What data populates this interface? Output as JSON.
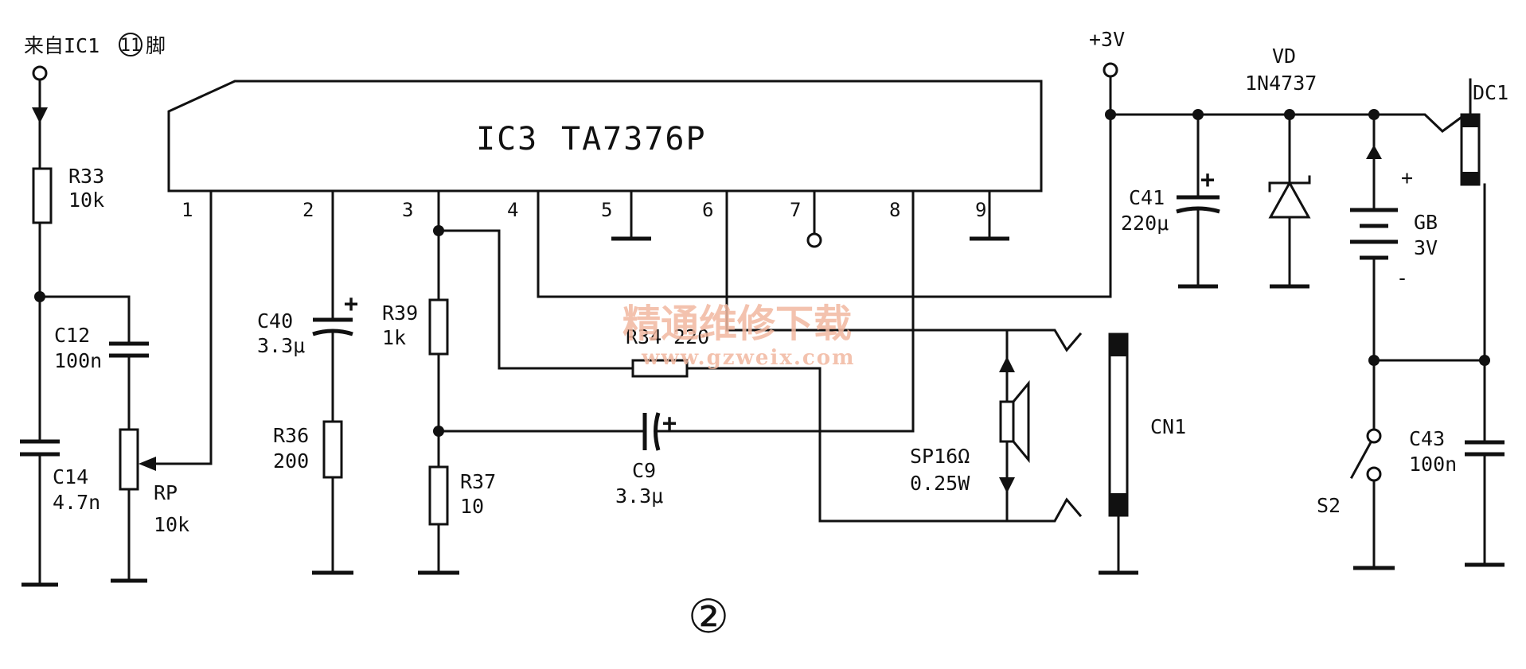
{
  "input_label": "来自IC1",
  "input_pin": "11",
  "input_suffix": "脚",
  "ic": {
    "ref": "IC3",
    "part": "TA7376P",
    "pins": [
      "1",
      "2",
      "3",
      "4",
      "5",
      "6",
      "7",
      "8",
      "9"
    ]
  },
  "supply": "+3V",
  "components": {
    "r33": {
      "ref": "R33",
      "value": "10k"
    },
    "c12": {
      "ref": "C12",
      "value": "100n"
    },
    "c14": {
      "ref": "C14",
      "value": "4.7n"
    },
    "rp": {
      "ref": "RP",
      "value": "10k"
    },
    "c40": {
      "ref": "C40",
      "value": "3.3μ"
    },
    "r36": {
      "ref": "R36",
      "value": "200"
    },
    "r39": {
      "ref": "R39",
      "value": "1k"
    },
    "r37": {
      "ref": "R37",
      "value": "10"
    },
    "r34": {
      "ref": "R34",
      "value": "220"
    },
    "c9": {
      "ref": "C9",
      "value": "3.3μ"
    },
    "sp": {
      "ref": "SP16Ω",
      "value": "0.25W"
    },
    "cn1": {
      "ref": "CN1"
    },
    "c41": {
      "ref": "C41",
      "value": "220μ"
    },
    "vd": {
      "ref": "VD",
      "value": "1N4737"
    },
    "gb": {
      "ref": "GB",
      "value": "3V",
      "plus": "+",
      "minus": "-"
    },
    "dc1": {
      "ref": "DC1"
    },
    "c43": {
      "ref": "C43",
      "value": "100n"
    },
    "s2": {
      "ref": "S2"
    }
  },
  "polarity_plus": "+",
  "figure_number": "②",
  "watermark": {
    "text": "精通维修下载",
    "url": "www.gzweix.com"
  }
}
